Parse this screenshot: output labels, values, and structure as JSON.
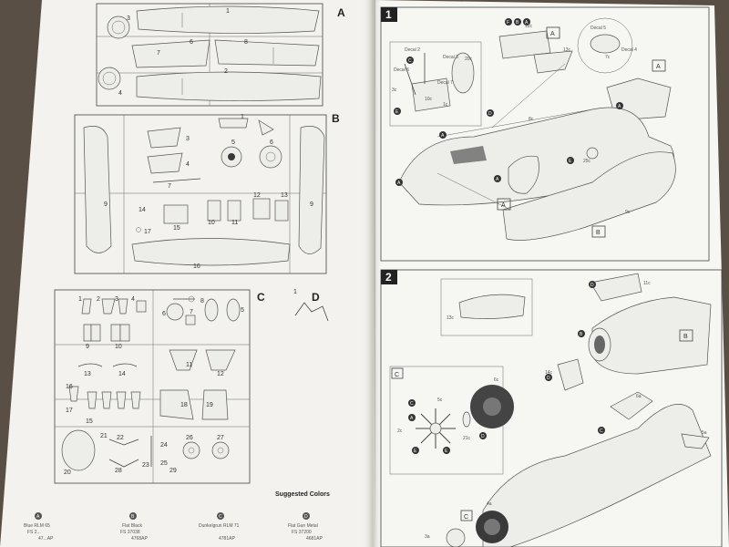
{
  "left_page": {
    "sprues": [
      {
        "letter": "A",
        "numbers": [
          "3",
          "1",
          "7",
          "6",
          "8",
          "2",
          "4"
        ]
      },
      {
        "letter": "B",
        "numbers": [
          "1",
          "3",
          "4",
          "5",
          "6",
          "7",
          "9",
          "9",
          "10",
          "11",
          "12",
          "13",
          "14",
          "15",
          "16",
          "17"
        ]
      },
      {
        "letter": "C",
        "numbers": [
          "1",
          "2",
          "3",
          "4",
          "5",
          "6",
          "7",
          "8",
          "9",
          "10",
          "11",
          "12",
          "13",
          "14",
          "15",
          "16",
          "17",
          "18",
          "19",
          "20",
          "21",
          "22",
          "23",
          "24",
          "25",
          "26",
          "27",
          "28",
          "29"
        ]
      },
      {
        "letter": "D",
        "numbers": [
          "1"
        ]
      }
    ],
    "suggested_colors": {
      "heading": "Suggested Colors",
      "swatches": [
        {
          "letter": "A",
          "name": "Blue RLM 65",
          "code": "FS 2...",
          "model": "47...AP"
        },
        {
          "letter": "B",
          "name": "Flat Black",
          "code": "FS 37038",
          "model": "4768AP"
        },
        {
          "letter": "C",
          "name": "Dunkelgrun RLM 71",
          "code": "",
          "model": "4781AP"
        },
        {
          "letter": "D",
          "name": "Flat Gun Metal",
          "code": "FS 37200",
          "model": "4681AP"
        }
      ]
    }
  },
  "right_page": {
    "steps": [
      {
        "number": "1",
        "callouts": [
          "A",
          "B",
          "C",
          "D",
          "E",
          "F"
        ],
        "parts": [
          "12c",
          "13c",
          "20c",
          "8c",
          "9c",
          "25c",
          "3c",
          "1c",
          "7c",
          "10c"
        ],
        "inset_labels": [
          "Decal 2",
          "Decal 3",
          "Decal 5",
          "Decal 4",
          "Decal 6",
          "Decal 7"
        ],
        "boxes": [
          "A",
          "A",
          "A",
          "B"
        ]
      },
      {
        "number": "2",
        "callouts": [
          "A",
          "B",
          "C",
          "D",
          "E"
        ],
        "parts": [
          "11c",
          "13c",
          "14c",
          "6c",
          "5c",
          "2c",
          "21c",
          "6a",
          "5a",
          "4a",
          "3a"
        ],
        "boxes": [
          "B",
          "C",
          "C"
        ]
      }
    ]
  }
}
